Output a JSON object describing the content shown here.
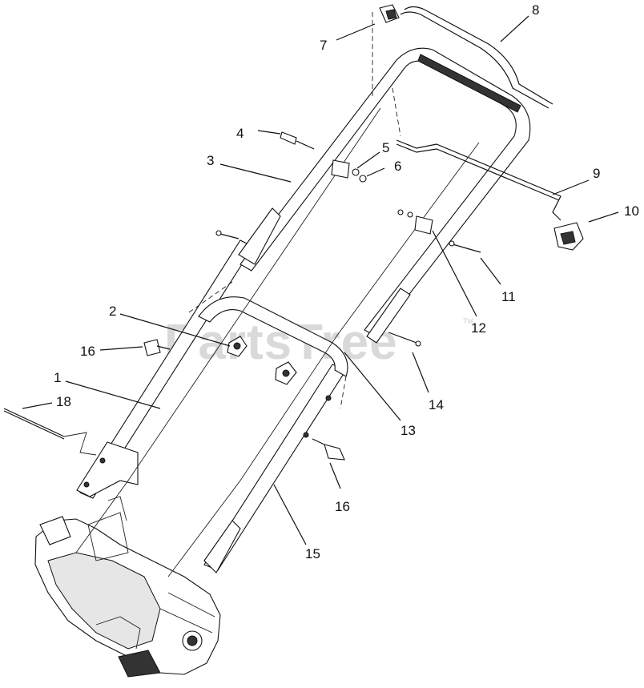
{
  "watermark": {
    "text": "PartsTree",
    "tm": "TM"
  },
  "callouts": {
    "c1": "1",
    "c2": "2",
    "c3": "3",
    "c4": "4",
    "c5": "5",
    "c6": "6",
    "c7": "7",
    "c8": "8",
    "c9": "9",
    "c10": "10",
    "c11": "11",
    "c12": "12",
    "c13": "13",
    "c14": "14",
    "c15": "15",
    "c16a": "16",
    "c16b": "16",
    "c18": "18"
  }
}
